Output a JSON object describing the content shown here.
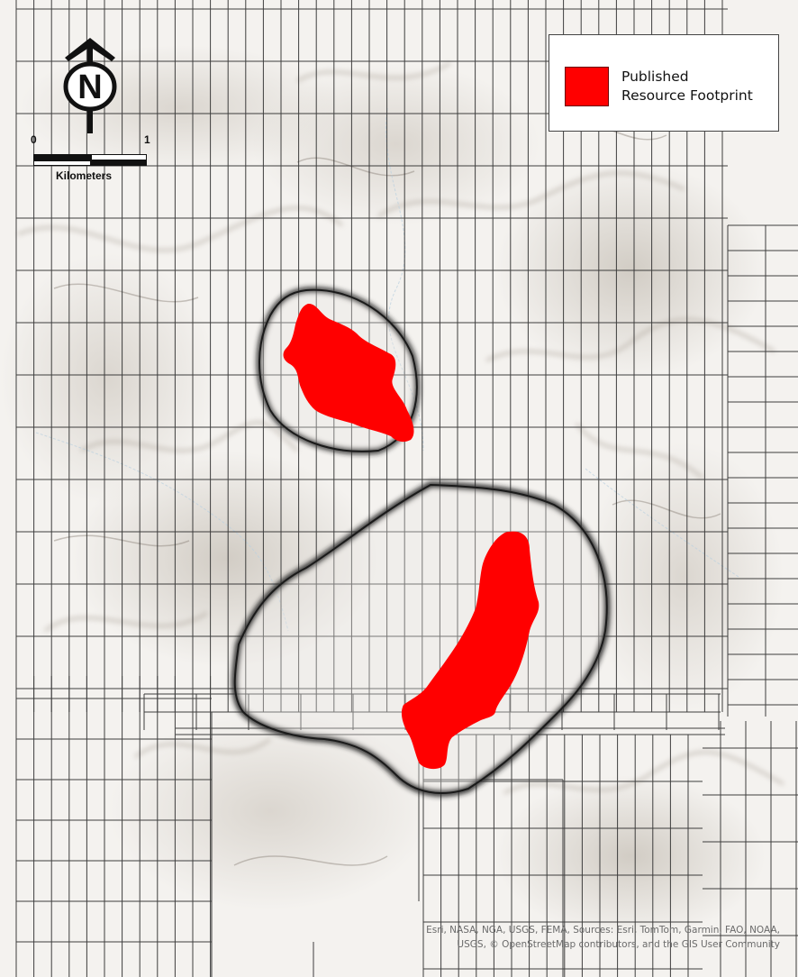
{
  "map": {
    "basemap": "grey-hillshade-topographic",
    "grid_color": "#2b2b2b",
    "footprint_color": "#ff0000",
    "buffer_outline_color": "#222222"
  },
  "legend": {
    "swatch_color": "#ff0000",
    "label_line1": "Published",
    "label_line2": "Resource Footprint"
  },
  "north_arrow": {
    "letter": "N",
    "icon": "north-arrow-icon"
  },
  "scale_bar": {
    "start": "0",
    "end": "1",
    "unit": "Kilometers"
  },
  "attribution": {
    "line1": "Esri, NASA, NGA, USGS, FEMA, Sources: Esri, TomTom, Garmin, FAO, NOAA,",
    "line2": "USGS, © OpenStreetMap contributors, and the GIS User Community"
  }
}
